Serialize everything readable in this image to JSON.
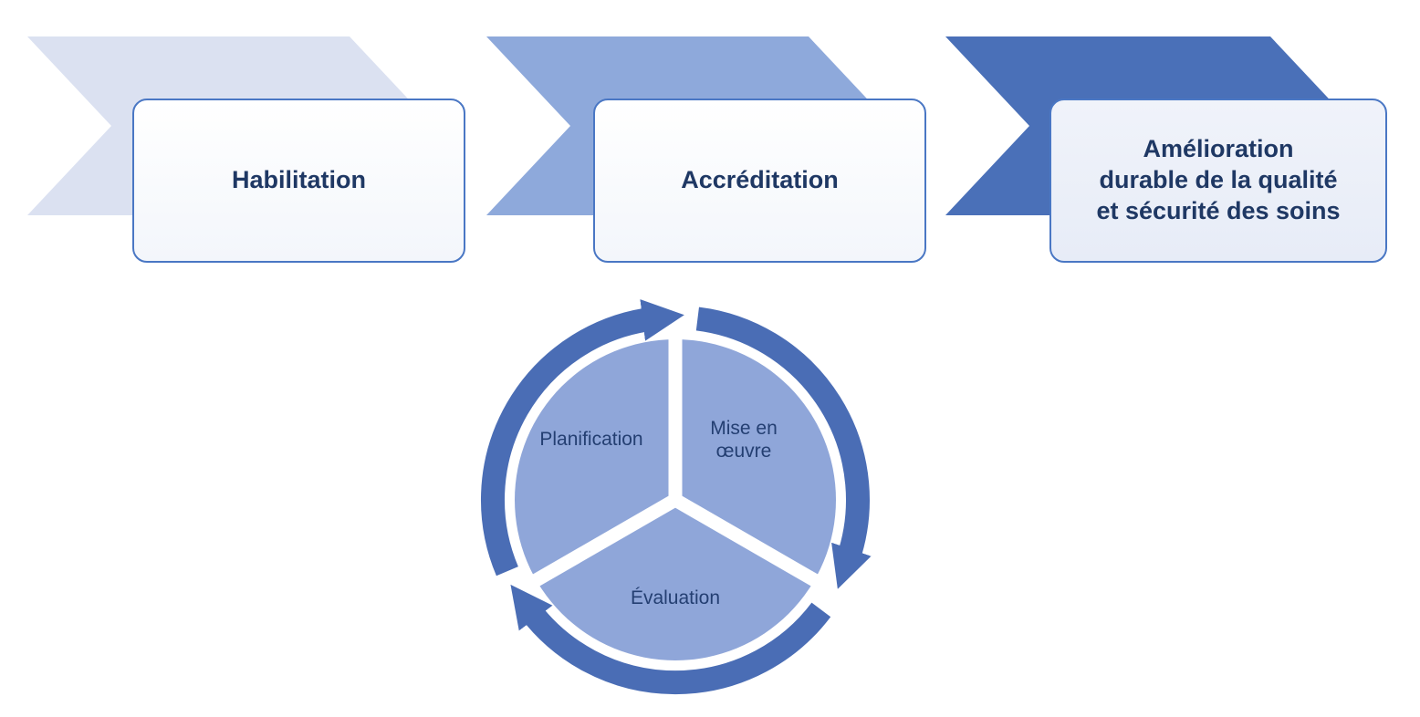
{
  "steps": [
    {
      "label": "Habilitation"
    },
    {
      "label": "Accréditation"
    },
    {
      "label": "Amélioration durable de la qualité et sécurité des soins",
      "label_lines": [
        "Amélioration",
        "durable  de la qualité",
        "et sécurité des soins"
      ]
    }
  ],
  "cycle": {
    "segments": [
      {
        "label": "Planification"
      },
      {
        "label": "Mise en œuvre"
      },
      {
        "label": "Évaluation"
      }
    ]
  },
  "colors": {
    "step1_fill": "#dbe1f1",
    "step2_fill": "#8ea9db",
    "step3_fill": "#4a70b8",
    "box_border": "#4a77c4",
    "pie_fill": "#8fa6d9",
    "ring_fill": "#4a6db5",
    "title_text": "#1f3864",
    "label_text": "#243f72"
  }
}
